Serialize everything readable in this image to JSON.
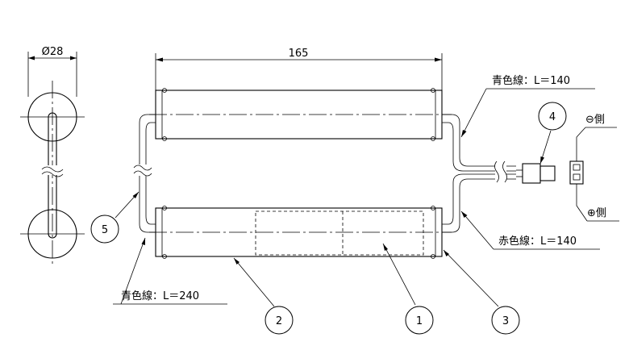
{
  "dimensions": {
    "diameter": "Ø28",
    "length": "165"
  },
  "wire_labels": {
    "top_right": "青色線：L＝140",
    "bottom_right": "赤色線：L＝140",
    "bottom_left": "青色線：L＝240"
  },
  "polarity": {
    "negative": "⊖側",
    "positive": "⊕側"
  },
  "part_numbers": [
    "1",
    "2",
    "3",
    "4",
    "5"
  ]
}
